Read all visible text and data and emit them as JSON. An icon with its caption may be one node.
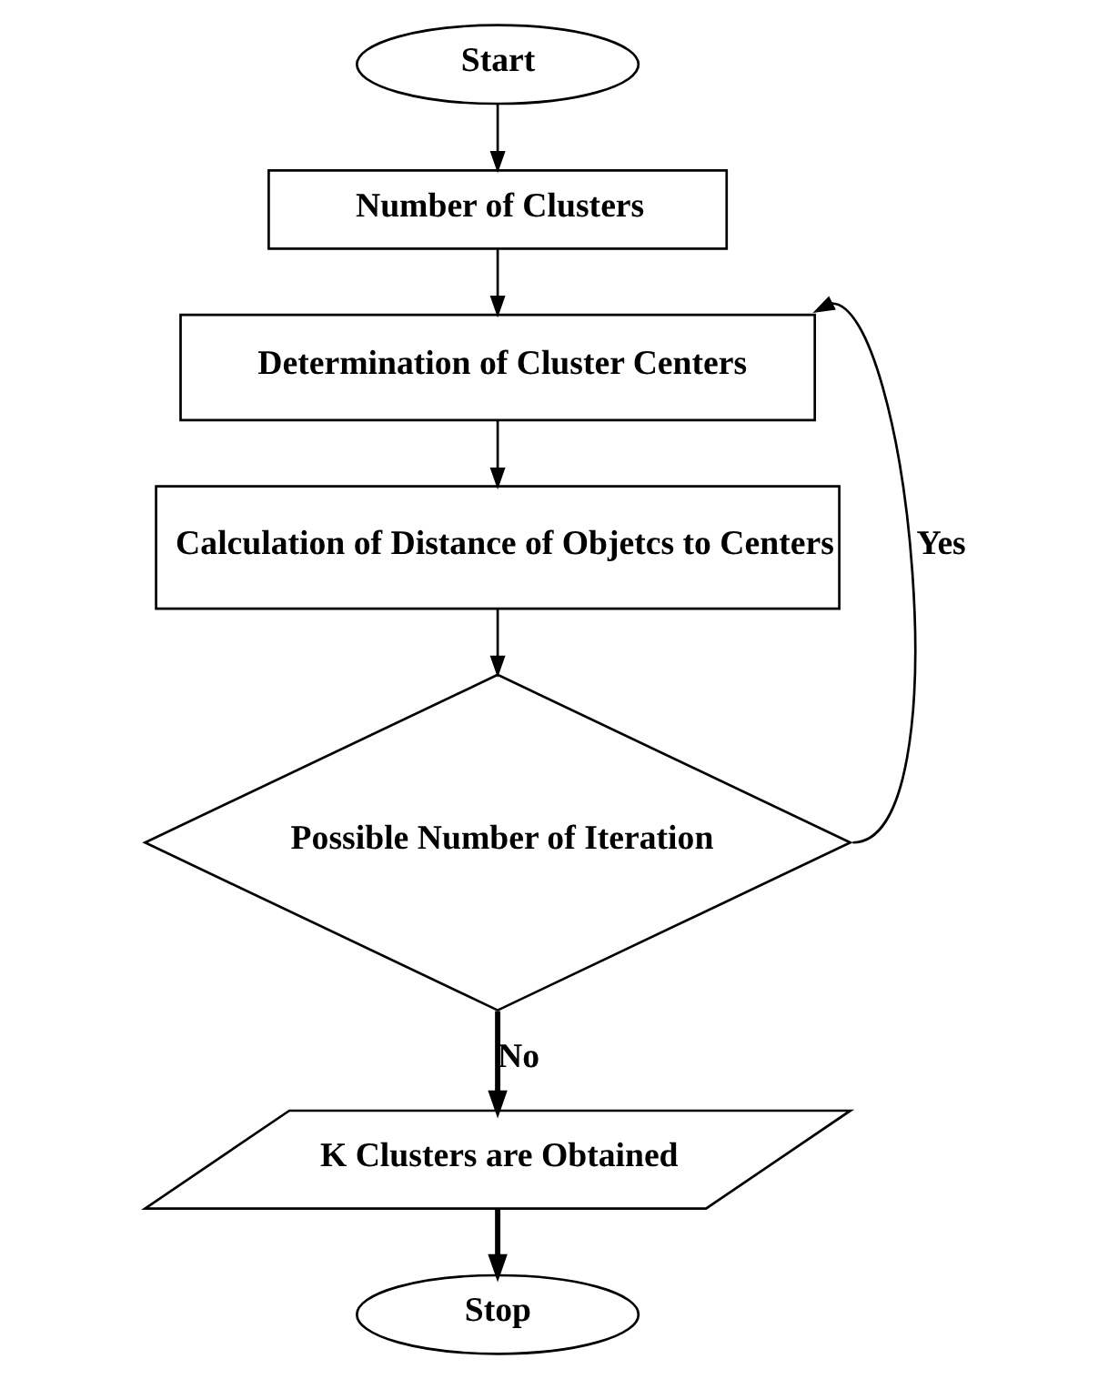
{
  "diagram": {
    "nodes": [
      {
        "text": [
          "Start"
        ]
      },
      {
        "text": [
          "Number of Clusters"
        ]
      },
      {
        "text": [
          "Determination of Cluster Centers"
        ]
      },
      {
        "text": [
          "Calculation of Distance of Objetcs to Centers"
        ]
      },
      {
        "text": [
          "Possible Number of Iteration"
        ]
      },
      {
        "text": [
          "K Clusters are Obtained"
        ]
      },
      {
        "text": [
          "Stop"
        ]
      }
    ],
    "edges": [
      {
        "from": 0,
        "to": 1,
        "arrow": "to"
      },
      {
        "from": 1,
        "to": 2,
        "arrow": "to"
      },
      {
        "from": 2,
        "to": 3,
        "arrow": "to"
      },
      {
        "from": 3,
        "to": 4,
        "arrow": "to"
      },
      {
        "from": 4,
        "to": 2,
        "arrow": "to",
        "label": "Yes"
      },
      {
        "from": 4,
        "to": 5,
        "arrow": "to",
        "label": "No",
        "style": "thick"
      },
      {
        "from": 5,
        "to": 6,
        "arrow": "to",
        "style": "thick"
      }
    ]
  }
}
